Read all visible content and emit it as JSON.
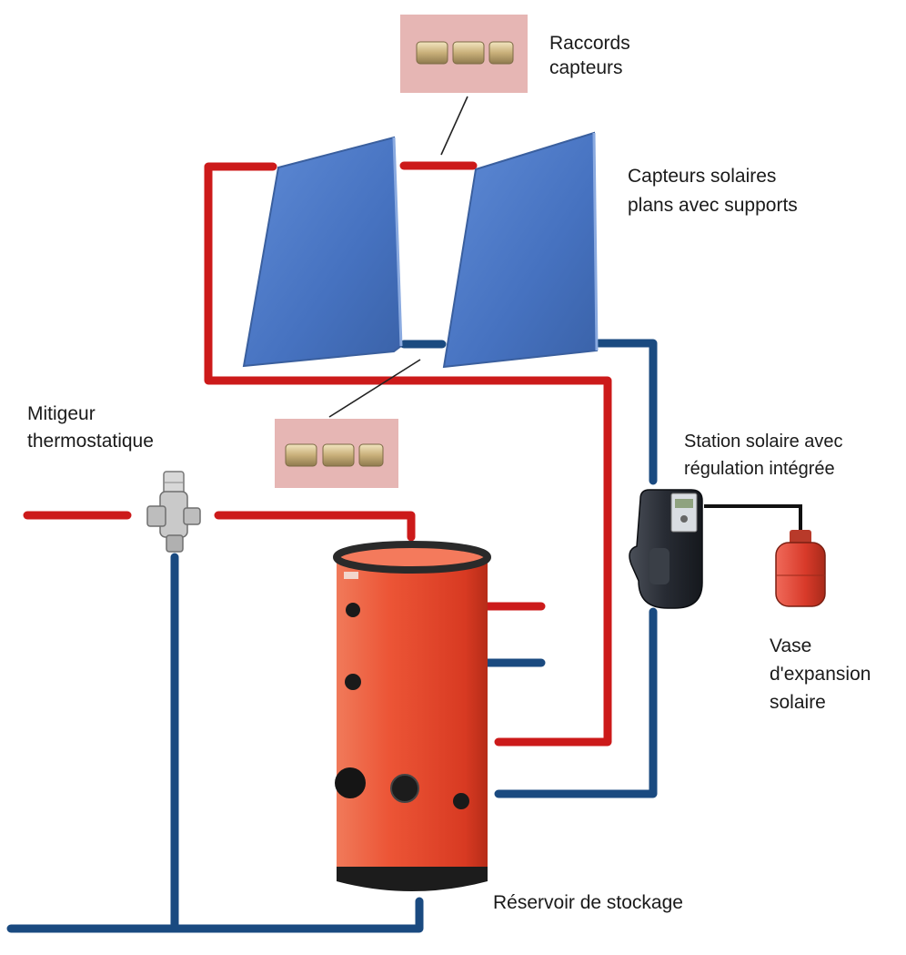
{
  "labels": {
    "raccords_top": [
      "Raccords",
      "capteurs"
    ],
    "capteurs": [
      "Capteurs solaires",
      "plans avec supports"
    ],
    "mitigeur": [
      "Mitigeur",
      "thermostatique"
    ],
    "station": [
      "Station solaire avec",
      "régulation intégrée"
    ],
    "vase": [
      "Vase",
      "d'expansion",
      "solaire"
    ],
    "reservoir": [
      "Réservoir de stockage"
    ]
  },
  "colors": {
    "hot_pipe": "#cc1a1a",
    "cold_pipe": "#1a4a80",
    "panel": "#4a77c4",
    "tank": "#e8452a",
    "fitting_box": "#e6b6b4"
  },
  "icons": {
    "panels": "solar-panel-icon",
    "tank": "storage-tank-icon",
    "mixer": "thermostatic-mixer-icon",
    "station": "solar-station-icon",
    "vessel": "expansion-vessel-icon",
    "fittings": "pipe-fitting-icon"
  }
}
